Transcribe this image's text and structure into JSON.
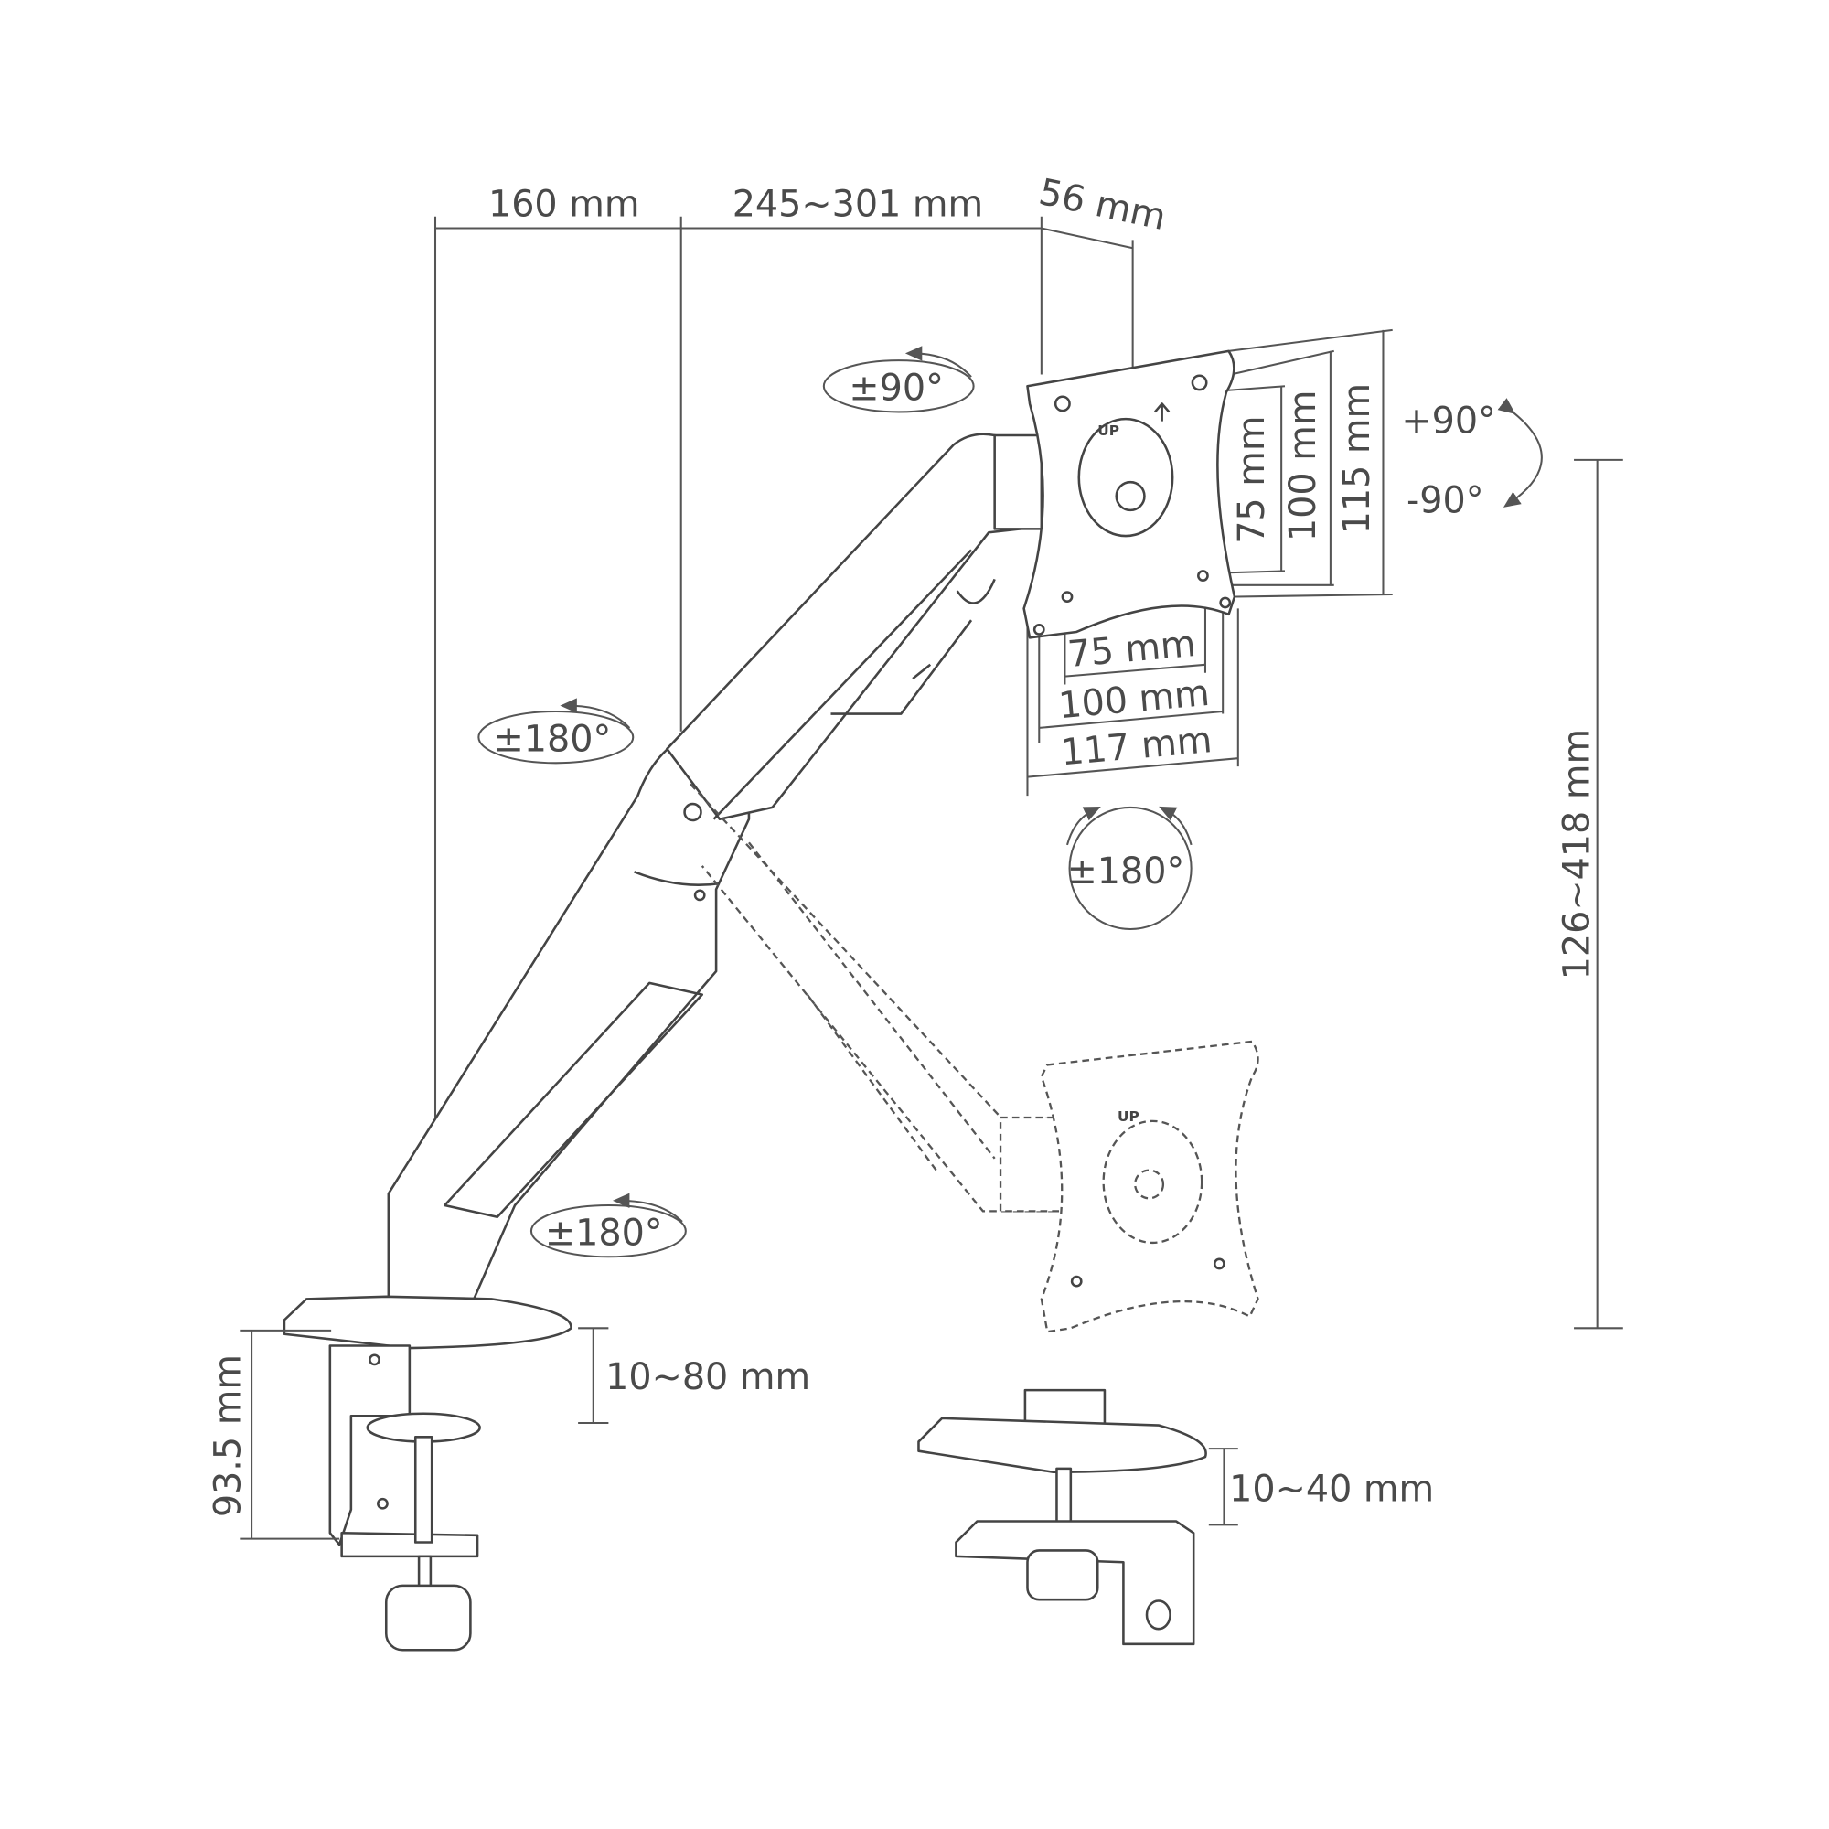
{
  "dimensions": {
    "base_offset": "160 mm",
    "arm_reach": "245~301 mm",
    "head_depth": "56 mm",
    "vesa_h_inner": "75 mm",
    "vesa_h_mid": "100 mm",
    "plate_height": "115 mm",
    "vesa_w_inner": "75 mm",
    "vesa_w_mid": "100 mm",
    "plate_width": "117 mm",
    "height_range": "126~418 mm",
    "clamp_range": "10~80 mm",
    "clamp_height": "93.5 mm",
    "grommet_range": "10~40 mm"
  },
  "rotations": {
    "tilt": "±90°",
    "rotate_plus": "+90°",
    "rotate_minus": "-90°",
    "swivel_mid": "±180°",
    "swivel_base": "±180°",
    "plate_rotate": "±180°"
  },
  "plate_labels": {
    "up": "UP"
  }
}
